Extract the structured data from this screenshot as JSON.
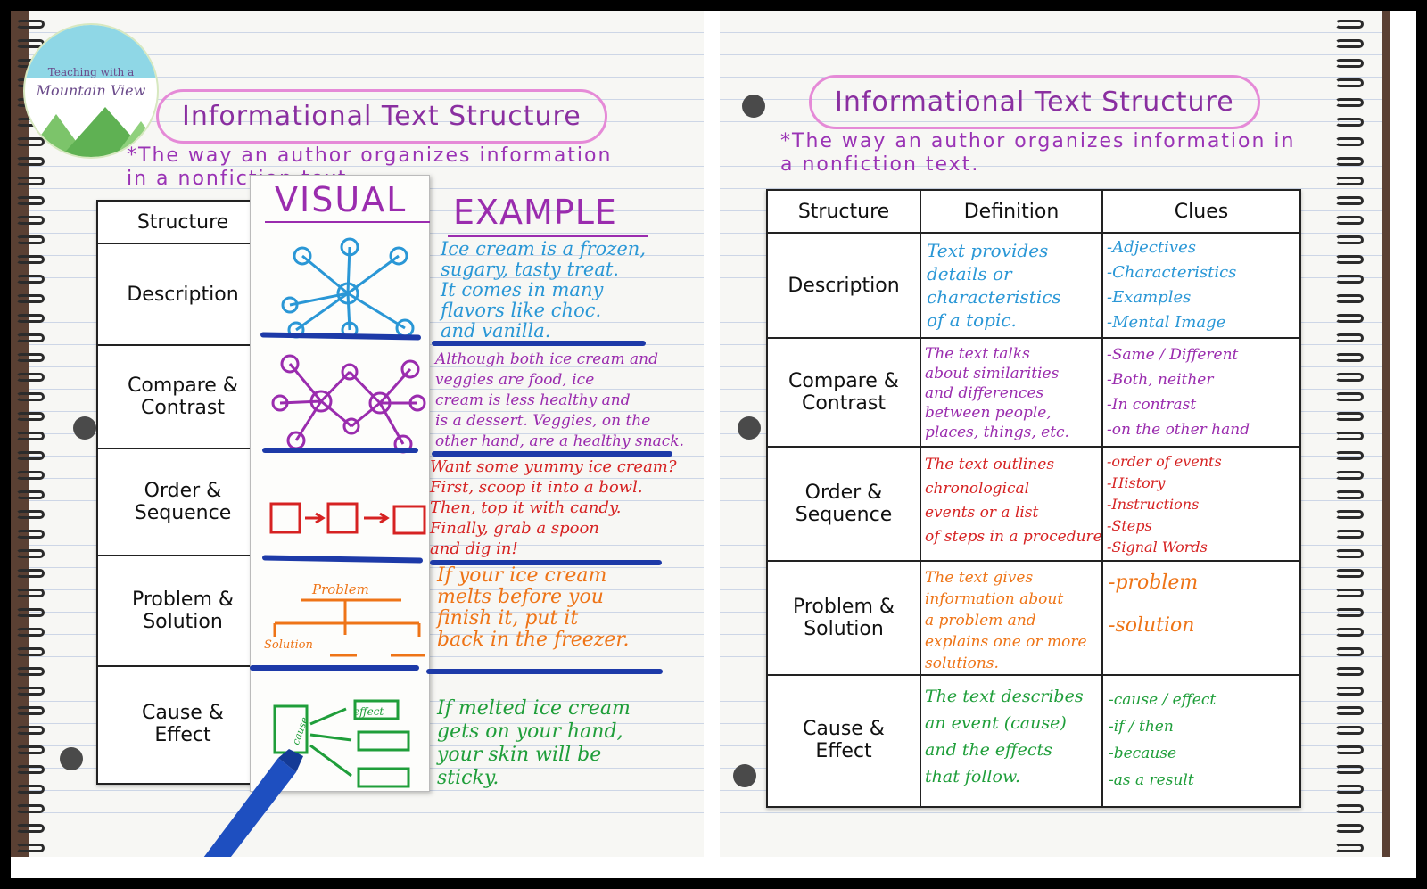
{
  "logo": {
    "line1": "Teaching with a",
    "line2": "Mountain View"
  },
  "left": {
    "title": "Informational Text Structure",
    "definition": "*The way an author organizes information in a nonfiction text.",
    "headers": {
      "structure": "Structure",
      "visual": "VISUAL",
      "example": "EXAMPLE"
    },
    "rows": [
      {
        "structure": "Description",
        "example": "Ice cream is a frozen,\nsugary, tasty treat.\nIt comes in many\nflavors like choc.\nand vanilla."
      },
      {
        "structure": "Compare &\nContrast",
        "example": "Although both ice cream and\nveggies are food, ice\ncream is less healthy and\nis a dessert. Veggies, on the\nother hand, are a healthy snack."
      },
      {
        "structure": "Order &\nSequence",
        "example": "Want some yummy ice cream?\nFirst, scoop it into a bowl.\nThen, top it with candy.\nFinally, grab a spoon\nand dig in!"
      },
      {
        "structure": "Problem &\nSolution",
        "example": "If your ice cream\nmelts before you\nfinish it, put it\nback in the freezer."
      },
      {
        "structure": "Cause &\nEffect",
        "example": "If melted ice cream\ngets on your hand,\nyour skin will be\nsticky."
      }
    ],
    "visual_labels": {
      "problem": "Problem",
      "solution": "Solution",
      "cause": "cause",
      "effect": "effect"
    }
  },
  "right": {
    "title": "Informational Text Structure",
    "definition": "*The way an author organizes information in a nonfiction text.",
    "headers": {
      "structure": "Structure",
      "definition": "Definition",
      "clues": "Clues"
    },
    "rows": [
      {
        "structure": "Description",
        "definition": "Text provides\ndetails or\ncharacteristics\nof a topic.",
        "clues": "-Adjectives\n-Characteristics\n-Examples\n-Mental Image"
      },
      {
        "structure": "Compare &\nContrast",
        "definition": "The text talks\nabout similarities\nand differences\nbetween people,\nplaces, things, etc.",
        "clues": "-Same / Different\n-Both, neither\n-In contrast\n-on the other hand"
      },
      {
        "structure": "Order &\nSequence",
        "definition": "The text outlines\nchronological\nevents or a list\nof steps in a procedure",
        "clues": "-order of events\n-History\n-Instructions\n-Steps\n-Signal Words"
      },
      {
        "structure": "Problem &\nSolution",
        "definition": "The text gives\ninformation about\na problem and\nexplains one or more\nsolutions.",
        "clues": "-problem\n\n-solution"
      },
      {
        "structure": "Cause &\nEffect",
        "definition": "The text describes\nan event (cause)\nand the effects\nthat follow.",
        "clues": "-cause / effect\n-if / then\n-because\n-as a result"
      }
    ]
  },
  "colors": {
    "description": "#2a97d6",
    "compare": "#9a2cae",
    "order": "#d62222",
    "problem": "#ee7417",
    "cause": "#1f9e3a"
  }
}
